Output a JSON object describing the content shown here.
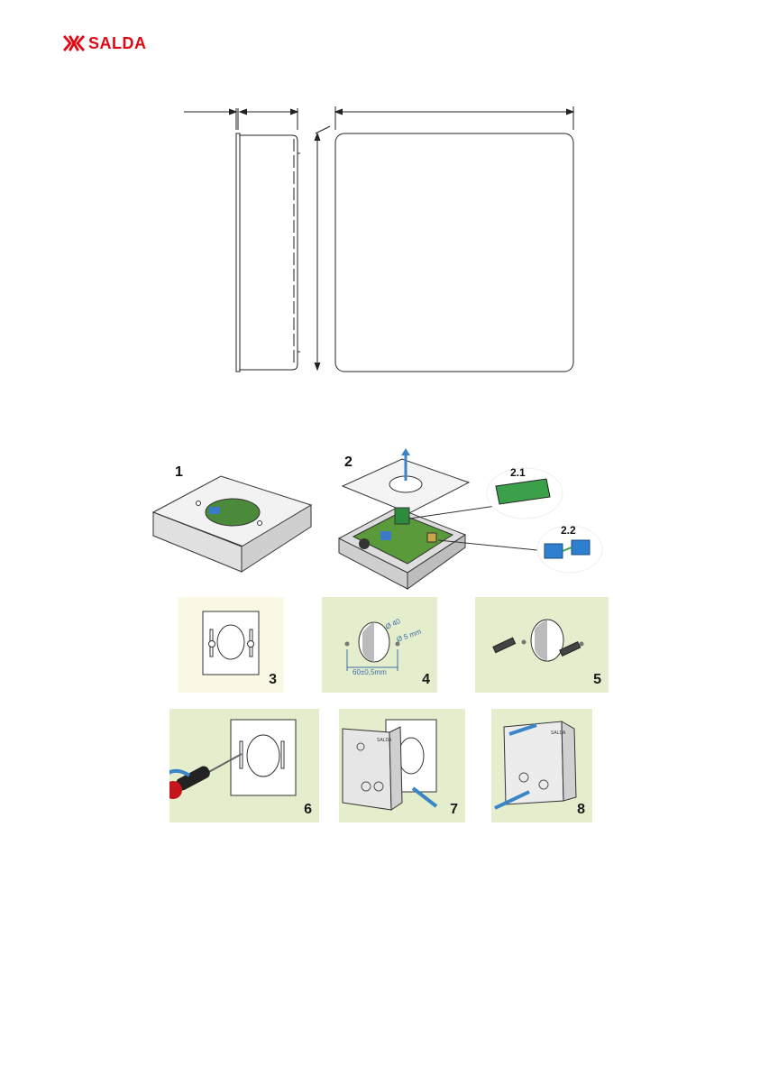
{
  "brand": {
    "name": "SALDA",
    "color": "#e30613"
  },
  "colors": {
    "panel_bg": "#e4edcc",
    "panel_bg_light": "#fbf9e6",
    "accent_blue": "#3a85c8",
    "line": "#222222"
  },
  "diagram": {
    "step_labels": [
      "1",
      "2",
      "3",
      "4",
      "5",
      "6",
      "7",
      "8"
    ],
    "callouts": [
      "2.1",
      "2.2"
    ],
    "dimension_labels": {
      "hole_diameter": "Ø 40",
      "screw_hole": "Ø 5 mm",
      "spacing": "60±0,5mm"
    },
    "device_label": "SALDA"
  }
}
